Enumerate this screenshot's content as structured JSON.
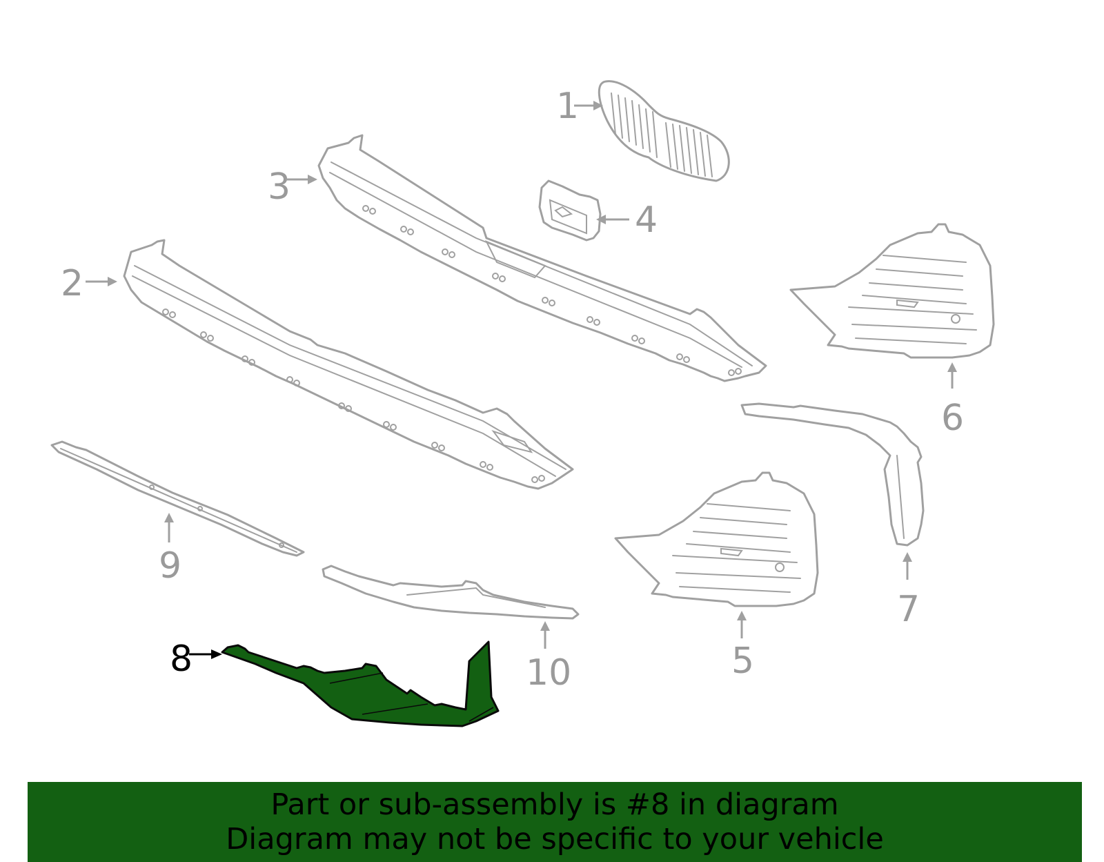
{
  "callouts": {
    "c1": "1",
    "c2": "2",
    "c3": "3",
    "c4": "4",
    "c5": "5",
    "c6": "6",
    "c7": "7",
    "c8": "8",
    "c9": "9",
    "c10": "10"
  },
  "highlighted_part": "8",
  "banner": {
    "line1": "Part or sub-assembly is #8 in diagram",
    "line2": "Diagram may not be specific to your vehicle"
  },
  "colors": {
    "highlight": "#136012",
    "part_outline": "#a0a0a0",
    "callout_text": "#9a9a9a"
  }
}
